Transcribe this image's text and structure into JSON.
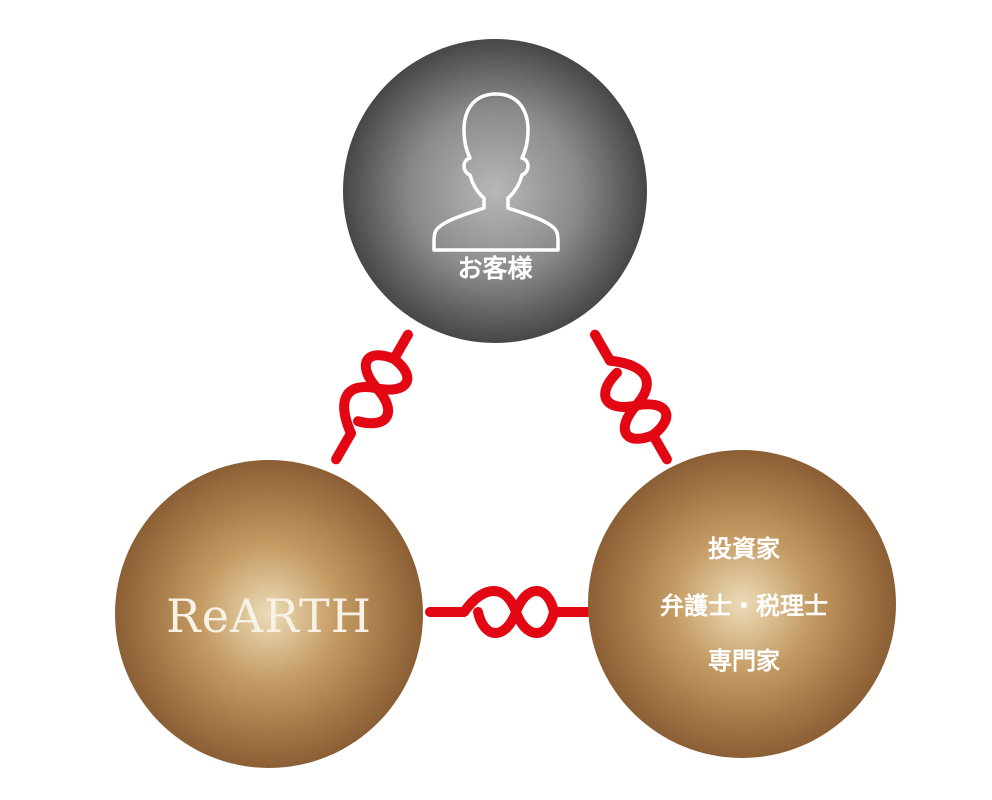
{
  "diagram": {
    "nodes": {
      "customer": {
        "label": "お客様",
        "icon": "person-icon"
      },
      "rearth": {
        "label": "ReARTH"
      },
      "experts": {
        "lines": [
          "投資家",
          "弁護士・税理士",
          "専門家"
        ]
      }
    },
    "connections": [
      {
        "from": "customer",
        "to": "rearth",
        "icon": "knot-icon"
      },
      {
        "from": "customer",
        "to": "experts",
        "icon": "knot-icon"
      },
      {
        "from": "rearth",
        "to": "experts",
        "icon": "knot-icon"
      }
    ],
    "colors": {
      "customer_center": "#b5b5b5",
      "customer_edge": "#4a4a4a",
      "gold_center": "#e9d9b4",
      "gold_mid": "#b58a55",
      "gold_edge": "#8a5e33",
      "rope": "#e30613"
    }
  }
}
